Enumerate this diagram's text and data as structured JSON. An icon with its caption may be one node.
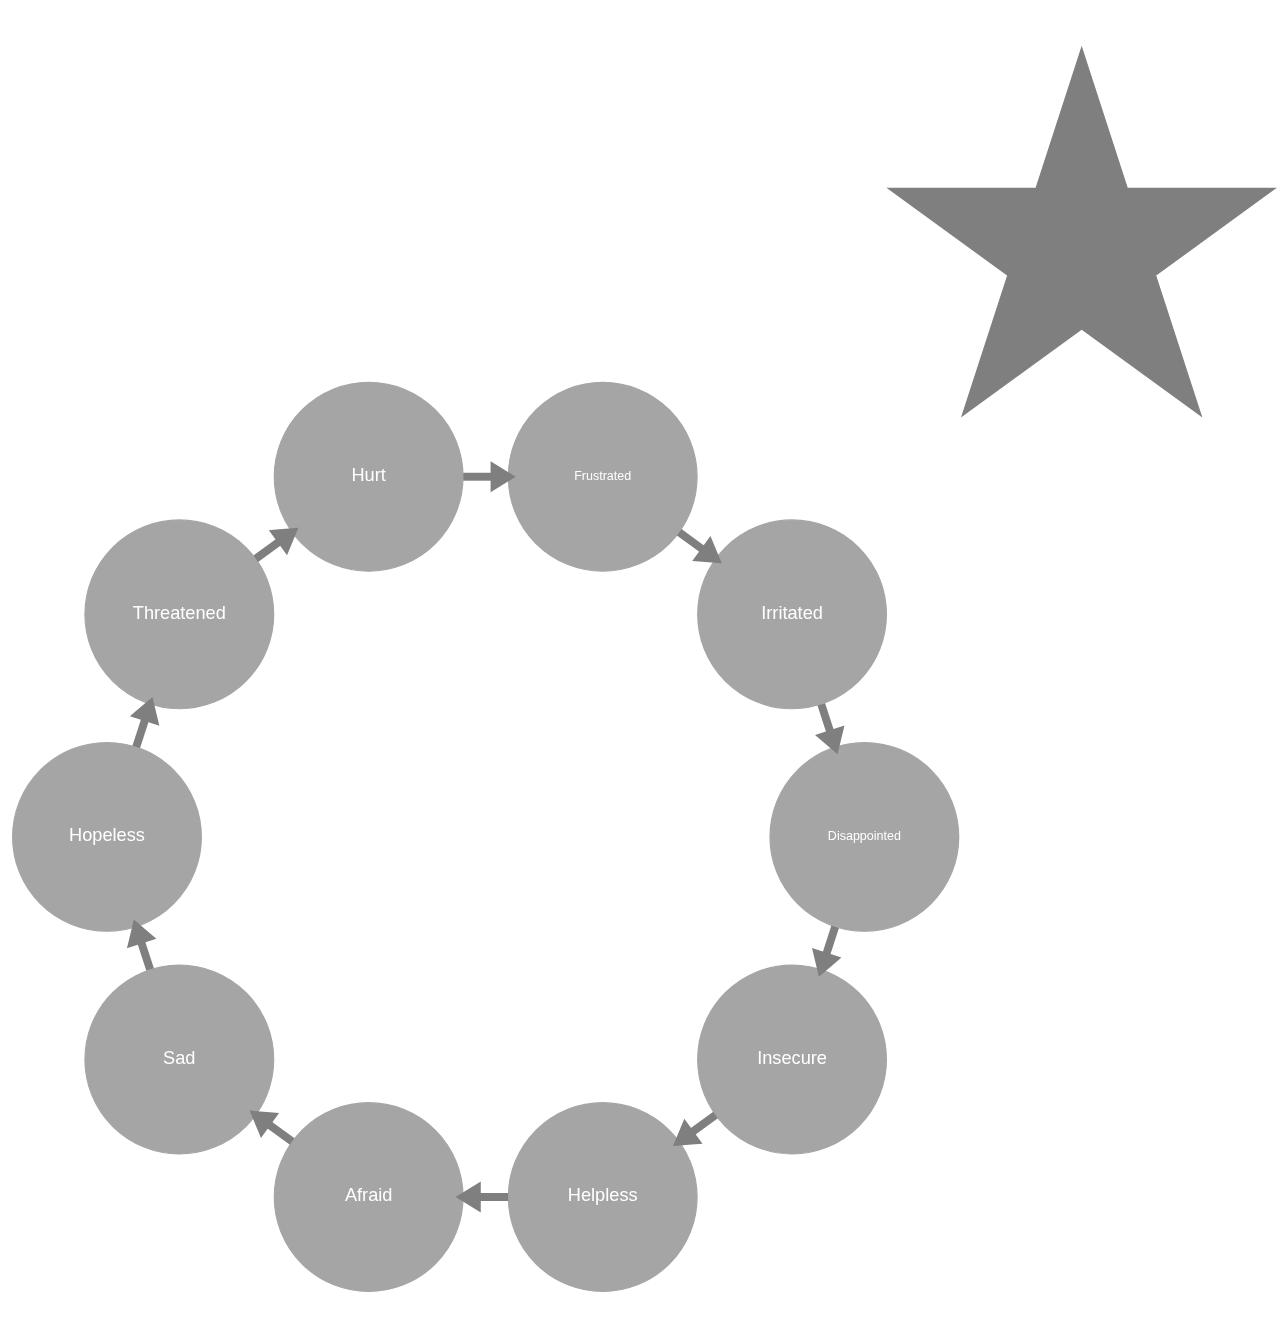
{
  "diagram": {
    "nodes": [
      {
        "text": [
          "Insecure"
        ]
      },
      {
        "text": [
          "Helpless"
        ]
      },
      {
        "text": [
          "Afraid"
        ]
      },
      {
        "text": [
          "Sad"
        ]
      },
      {
        "text": [
          "Hopeless"
        ]
      },
      {
        "text": [
          "Threatened"
        ]
      },
      {
        "text": [
          "Hurt"
        ]
      },
      {
        "text": [
          "Frustrated"
        ]
      },
      {
        "text": [
          "Irritated"
        ]
      },
      {
        "text": [
          "Disappointed"
        ]
      },
      {
        "text": [],
        "shape": "star"
      }
    ],
    "edges": [
      {
        "from": 0,
        "to": 1,
        "arrow": "to"
      },
      {
        "from": 1,
        "to": 2,
        "arrow": "to"
      },
      {
        "from": 2,
        "to": 3,
        "arrow": "to"
      },
      {
        "from": 3,
        "to": 4,
        "arrow": "to"
      },
      {
        "from": 4,
        "to": 5,
        "arrow": "to"
      },
      {
        "from": 5,
        "to": 6,
        "arrow": "to"
      },
      {
        "from": 6,
        "to": 7,
        "arrow": "to"
      },
      {
        "from": 7,
        "to": 8,
        "arrow": "to"
      },
      {
        "from": 8,
        "to": 9,
        "arrow": "to"
      },
      {
        "from": 9,
        "to": 0,
        "arrow": "to"
      }
    ]
  }
}
